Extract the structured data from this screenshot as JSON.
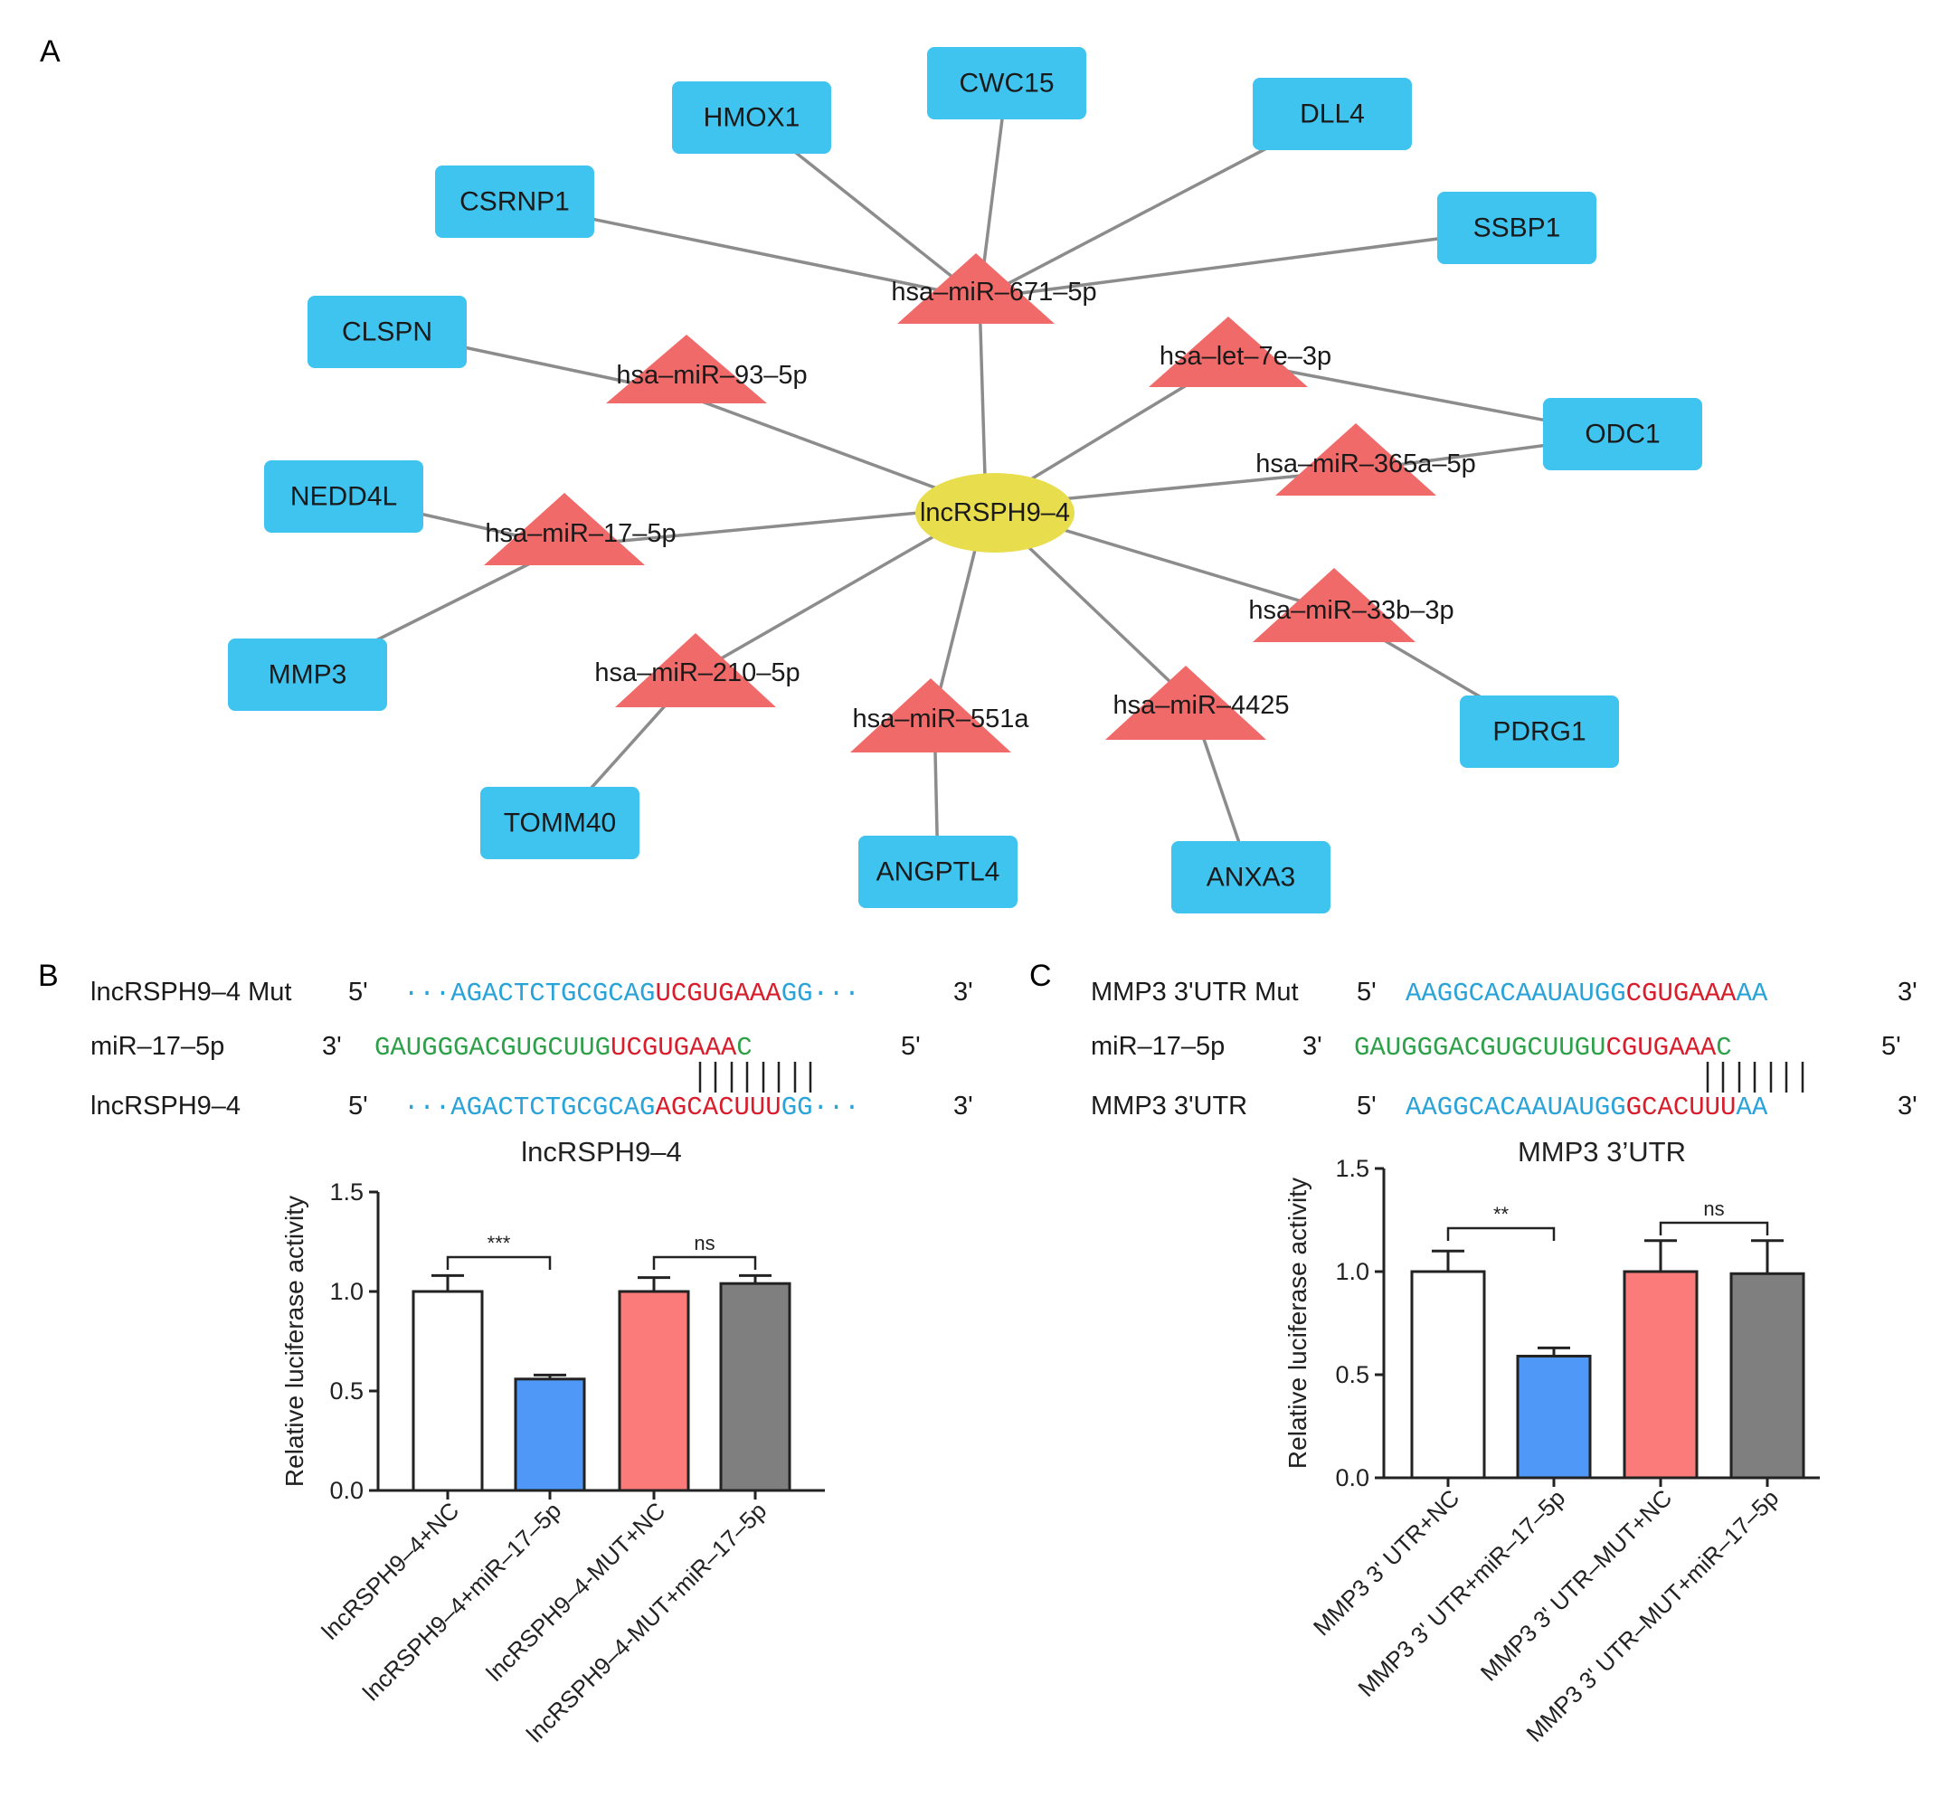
{
  "panels": {
    "a": "A",
    "b": "B",
    "c": "C"
  },
  "network": {
    "hub": "lncRSPH9–4",
    "mirnas": [
      "hsa–miR–671–5p",
      "hsa–miR–93–5p",
      "hsa–let–7e–3p",
      "hsa–miR–365a–5p",
      "hsa–miR–17–5p",
      "hsa–miR–33b–3p",
      "hsa–miR–210–5p",
      "hsa–miR–551a",
      "hsa–miR–4425"
    ],
    "genes": [
      "CWC15",
      "HMOX1",
      "DLL4",
      "CSRNP1",
      "SSBP1",
      "CLSPN",
      "ODC1",
      "NEDD4L",
      "MMP3",
      "PDRG1",
      "TOMM40",
      "ANGPTL4",
      "ANXA3"
    ]
  },
  "panel_b": {
    "rows": [
      {
        "label": "lncRSPH9–4 Mut",
        "end5": "5'",
        "end3": "3'",
        "blue": "···AGACTCTGCGCAG",
        "red": "UCGUGAAA",
        "tail": "GG···"
      },
      {
        "label": "miR–17–5p",
        "end5": "3'",
        "end3": "5'",
        "green": "GAUGGGACGUGCUUG",
        "red": "UCGUGAAA",
        "tail": "C"
      },
      {
        "label": "lncRSPH9–4",
        "end5": "5'",
        "end3": "3'",
        "blue": "···AGACTCTGCGCAG",
        "red": "AGCACUUU",
        "tail": "GG···"
      }
    ]
  },
  "panel_c": {
    "rows": [
      {
        "label": "MMP3 3'UTR Mut",
        "end5": "5'",
        "end3": "3'",
        "blue": "AAGGCACAAUAUGG",
        "red": "CGUGAAA",
        "tail": "AA"
      },
      {
        "label": "miR–17–5p",
        "end5": "3'",
        "end3": "5'",
        "green": "GAUGGGACGUGCUUGU",
        "red": "CGUGAAA",
        "tail": "C"
      },
      {
        "label": "MMP3 3'UTR",
        "end5": "5'",
        "end3": "3'",
        "blue": "AAGGCACAAUAUGG",
        "red": "GCACUUU",
        "tail": "AA"
      }
    ]
  },
  "colors": {
    "gene": "#3fc4f0",
    "mirna": "#f06a6a",
    "hub": "#e8dd4c",
    "seq_blue": "#2aa3d8",
    "seq_red": "#d81e2c",
    "seq_green": "#2ea04a",
    "bars": [
      "#ffffff",
      "#4f98f7",
      "#fb7b7b",
      "#7f7f7f"
    ]
  },
  "chart_data": [
    {
      "type": "bar",
      "title": "lncRSPH9–4",
      "ylabel": "Relative luciferase activity",
      "ylim": [
        0,
        1.5
      ],
      "yticks": [
        "0.0",
        "0.5",
        "1.0",
        "1.5"
      ],
      "categories": [
        "lncRSPH9–4+NC",
        "lncRSPH9–4+miR–17–5p",
        "lncRSPH9–4-MUT+NC",
        "lncRSPH9–4-MUT+miR–17–5p"
      ],
      "values": [
        1.0,
        0.56,
        1.0,
        1.04
      ],
      "errors": [
        0.08,
        0.02,
        0.07,
        0.04
      ],
      "significance": [
        {
          "pair": [
            0,
            1
          ],
          "label": "***"
        },
        {
          "pair": [
            2,
            3
          ],
          "label": "ns"
        }
      ]
    },
    {
      "type": "bar",
      "title": "MMP3 3’UTR",
      "ylabel": "Relative luciferase activity",
      "ylim": [
        0,
        1.5
      ],
      "yticks": [
        "0.0",
        "0.5",
        "1.0",
        "1.5"
      ],
      "categories": [
        "MMP3 3' UTR+NC",
        "MMP3 3' UTR+miR–17–5p",
        "MMP3 3' UTR–MUT+NC",
        "MMP3 3' UTR–MUT+miR–17–5p"
      ],
      "values": [
        1.0,
        0.59,
        1.0,
        0.99
      ],
      "errors": [
        0.1,
        0.04,
        0.15,
        0.16
      ],
      "significance": [
        {
          "pair": [
            0,
            1
          ],
          "label": "**"
        },
        {
          "pair": [
            2,
            3
          ],
          "label": "ns"
        }
      ]
    }
  ]
}
